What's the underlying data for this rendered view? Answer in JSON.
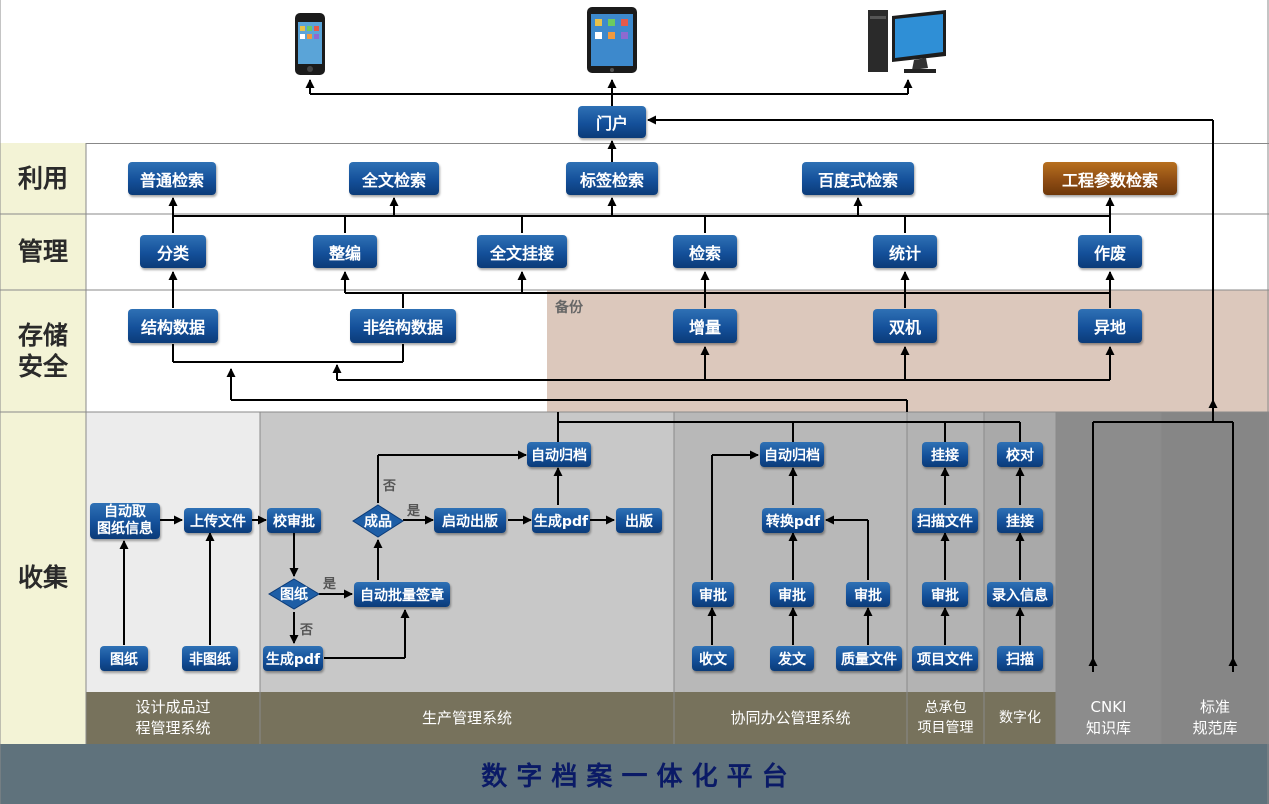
{
  "rows": {
    "use": "利用",
    "manage": "管理",
    "storage_line1": "存储",
    "storage_line2": "安全",
    "collect": "收集"
  },
  "portal": "门户",
  "use_boxes": [
    "普通检索",
    "全文检索",
    "标签检索",
    "百度式检索",
    "工程参数检索"
  ],
  "manage_boxes": [
    "分类",
    "整编",
    "全文挂接",
    "检索",
    "统计",
    "作废"
  ],
  "storage_boxes": [
    "结构数据",
    "非结构数据",
    "增量",
    "双机",
    "异地"
  ],
  "backup_label": "备份",
  "design": {
    "auto_fetch_line1": "自动取",
    "auto_fetch_line2": "图纸信息",
    "upload": "上传文件",
    "drawing": "图纸",
    "non_drawing": "非图纸"
  },
  "production": {
    "check_approve": "校审批",
    "is_drawing": "图纸",
    "is_product": "成品",
    "batch_sign": "自动批量签章",
    "gen_pdf_a": "生成pdf",
    "gen_pdf_b": "生成pdf",
    "start_publish": "启动出版",
    "publish": "出版",
    "auto_archive": "自动归档",
    "yes1": "是",
    "no1": "否",
    "yes2": "是",
    "no2": "否"
  },
  "oa": {
    "auto_archive": "自动归档",
    "convert_pdf": "转换pdf",
    "approve1": "审批",
    "approve2": "审批",
    "approve3": "审批",
    "receive": "收文",
    "send": "发文",
    "quality": "质量文件"
  },
  "epc": {
    "attach": "挂接",
    "scan_file": "扫描文件",
    "approve": "审批",
    "project_file": "项目文件"
  },
  "digital": {
    "verify": "校对",
    "attach": "挂接",
    "input_info": "录入信息",
    "scan": "扫描"
  },
  "systems": {
    "design_line1": "设计成品过",
    "design_line2": "程管理系统",
    "production": "生产管理系统",
    "oa": "协同办公管理系统",
    "epc_line1": "总承包",
    "epc_line2": "项目管理",
    "digital": "数字化",
    "cnki_line1": "CNKI",
    "cnki_line2": "知识库",
    "std_line1": "标准",
    "std_line2": "规范库"
  },
  "platform_title": "数 字 档 案 一 体 化 平 台",
  "devices": [
    "smartphone-icon",
    "tablet-icon",
    "desktop-computer-icon"
  ],
  "colors": {
    "row_label_bg": "#f3f3d6",
    "box_blue": "#14509a",
    "box_orange": "#8b4a12",
    "backup_bg": "#dcc8bc",
    "design_bg": "#ececec",
    "production_bg": "#c8c8c8",
    "oa_bg": "#b8b8b8",
    "epc_bg": "#adadad",
    "knowledge_bg": "#8a8a8a",
    "system_bar": "#77725c",
    "platform_bar": "#5f727c"
  }
}
